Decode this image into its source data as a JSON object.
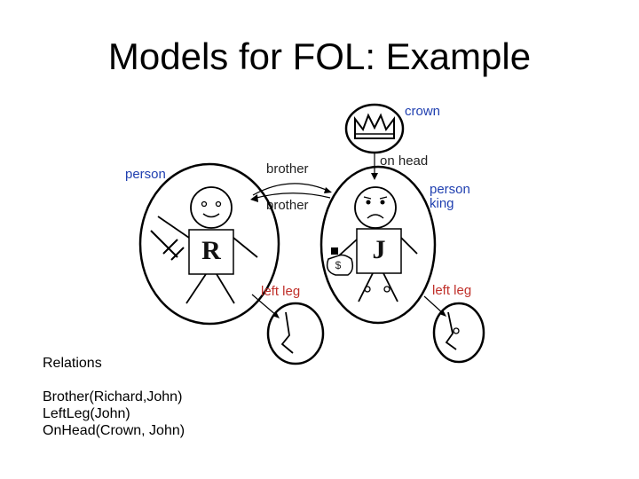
{
  "title": "Models for FOL: Example",
  "diagram": {
    "labels": {
      "crown": "crown",
      "on_head": "on head",
      "brother_top": "brother",
      "brother_bottom": "brother",
      "person_richard": "person",
      "person_john": "person",
      "king": "king",
      "left_leg_richard": "left leg",
      "left_leg_john": "left leg",
      "richard_box": "R",
      "john_box": "J",
      "money": "$"
    },
    "colors": {
      "type_label": "#1f3fb0",
      "leg_label": "#c0302a"
    }
  },
  "relations": {
    "heading": "Relations",
    "items": [
      "Brother(Richard,John)",
      "LeftLeg(John)",
      "OnHead(Crown, John)"
    ]
  }
}
